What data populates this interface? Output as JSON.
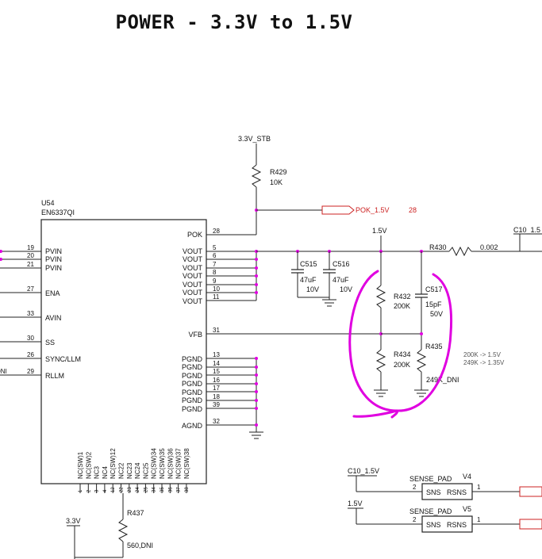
{
  "title": "POWER - 3.3V to 1.5V",
  "nets": {
    "v33_stb": "3.3V_STB",
    "v15": "1.5V",
    "c10_15": "C10_1.5",
    "c10_15v": "C10_1.5V",
    "v15_b": "1.5V",
    "v33": "3.3V",
    "pok_15v": "POK_1.5V",
    "pok_ref": "28"
  },
  "ic": {
    "refdes": "U54",
    "part": "EN6337QI",
    "left_pins": [
      {
        "name": "PVIN",
        "num": "19"
      },
      {
        "name": "PVIN",
        "num": "20"
      },
      {
        "name": "PVIN",
        "num": "21"
      },
      {
        "name": "ENA",
        "num": "27"
      },
      {
        "name": "AVIN",
        "num": "33"
      },
      {
        "name": "SS",
        "num": "30"
      },
      {
        "name": "SYNC/LLM",
        "num": "26"
      },
      {
        "name": "RLLM",
        "num": "29"
      }
    ],
    "right_pins": [
      {
        "name": "POK",
        "num": "28"
      },
      {
        "name": "VOUT",
        "num": "5"
      },
      {
        "name": "VOUT",
        "num": "6"
      },
      {
        "name": "VOUT",
        "num": "7"
      },
      {
        "name": "VOUT",
        "num": "8"
      },
      {
        "name": "VOUT",
        "num": "9"
      },
      {
        "name": "VOUT",
        "num": "10"
      },
      {
        "name": "VOUT",
        "num": "11"
      },
      {
        "name": "VFB",
        "num": "31"
      },
      {
        "name": "PGND",
        "num": "13"
      },
      {
        "name": "PGND",
        "num": "14"
      },
      {
        "name": "PGND",
        "num": "15"
      },
      {
        "name": "PGND",
        "num": "16"
      },
      {
        "name": "PGND",
        "num": "17"
      },
      {
        "name": "PGND",
        "num": "18"
      },
      {
        "name": "PGND",
        "num": "39"
      },
      {
        "name": "AGND",
        "num": "32"
      }
    ],
    "bottom_pins": [
      "NC(SW)1",
      "NC(SW)2",
      "NC3",
      "NC4",
      "NC(SW)12",
      "NC22",
      "NC23",
      "NC24",
      "NC25",
      "NC(SW)34",
      "NC(SW)35",
      "NC(SW)36",
      "NC(SW)37",
      "NC(SW)38"
    ],
    "bottom_pin_nums": [
      "1",
      "2",
      "3",
      "4",
      "12",
      "22",
      "23",
      "24",
      "25",
      "34",
      "35",
      "36",
      "37",
      "38"
    ]
  },
  "left_stub_label": "DNI",
  "components": {
    "r429": {
      "ref": "R429",
      "val": "10K"
    },
    "c515": {
      "ref": "C515",
      "val": "47uF",
      "volt": "10V"
    },
    "c516": {
      "ref": "C516",
      "val": "47uF",
      "volt": "10V"
    },
    "r430": {
      "ref": "R430",
      "val": "0.002"
    },
    "r432": {
      "ref": "R432",
      "val": "200K"
    },
    "c517": {
      "ref": "C517",
      "val": "15pF",
      "volt": "50V"
    },
    "r434": {
      "ref": "R434",
      "val": "200K"
    },
    "r435": {
      "ref": "R435",
      "val": "249K_DNI"
    },
    "r437": {
      "ref": "R437",
      "val": "560,DNI"
    }
  },
  "notes": [
    "200K -> 1.5V",
    "249K -> 1.35V"
  ],
  "sense": [
    {
      "label": "SENSE_PAD",
      "ref": "V4",
      "pin_in": "2",
      "pin_out": "1",
      "p1": "SNS",
      "p2": "RSNS"
    },
    {
      "label": "SENSE_PAD",
      "ref": "V5",
      "pin_in": "2",
      "pin_out": "1",
      "p1": "SNS",
      "p2": "RSNS"
    }
  ],
  "colors": {
    "wire": "#222222",
    "junction": "#e000e0",
    "annotation": "#e000e0",
    "offpage": "#cc2222"
  }
}
